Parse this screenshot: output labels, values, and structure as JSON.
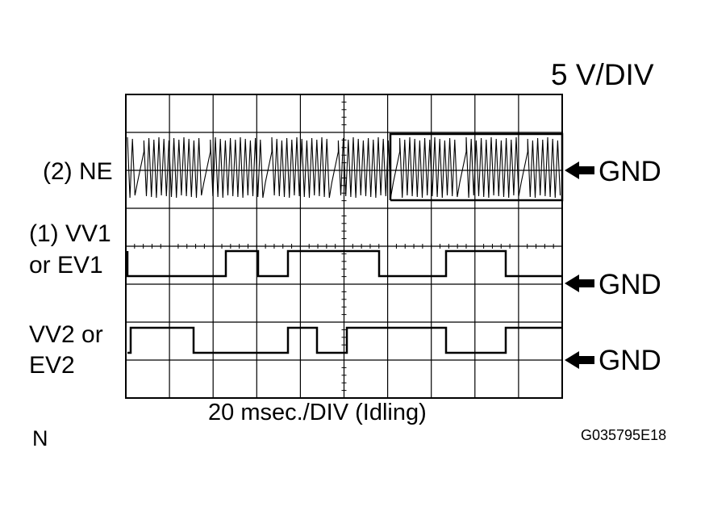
{
  "scale": "5 V/DIV",
  "timebase": "20 msec./DIV (Idling)",
  "corner_mark": "N",
  "figure_id": "G035795E18",
  "channels": [
    {
      "label_lines": [
        "(2) NE"
      ],
      "ground_label": "GND"
    },
    {
      "label_lines": [
        "(1) VV1",
        "or EV1"
      ],
      "ground_label": "GND"
    },
    {
      "label_lines": [
        "VV2 or",
        "EV2"
      ],
      "ground_label": "GND"
    }
  ]
}
